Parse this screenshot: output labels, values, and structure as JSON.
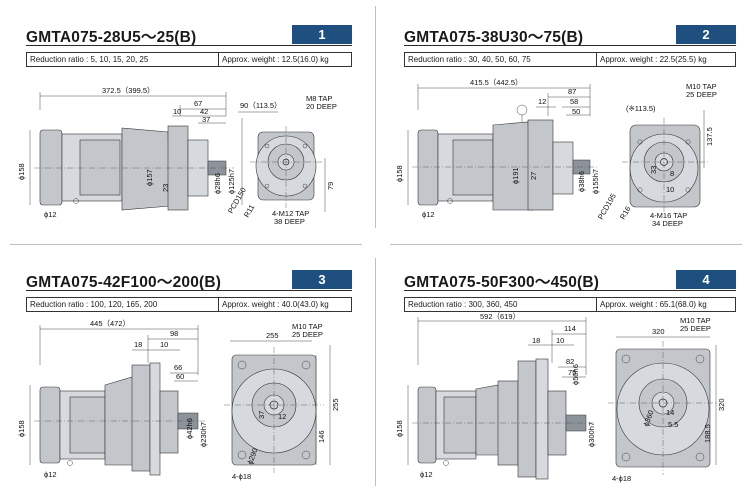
{
  "panels": [
    {
      "title": "GMTA075-28U5～25(B)",
      "badge": "1",
      "ratio": "Reduction ratio : 5, 10, 15, 20, 25",
      "weight": "Approx. weight : 12.5(16.0) kg",
      "dims": {
        "d1": "372.5（399.5）",
        "d2": "67",
        "d3": "42",
        "d4": "37",
        "d5": "10",
        "d6": "ϕ158",
        "d7": "ϕ157",
        "d8": "23",
        "d9": "ϕ28h6",
        "d10": "ϕ125h7",
        "d11": "ϕ12",
        "d12": "90（113.5）",
        "d13": "M8 TAP",
        "d14": "20 DEEP",
        "d15": "79",
        "d16": "PCD150",
        "d17": "R11",
        "d18": "4-M12 TAP",
        "d19": "38 DEEP"
      }
    },
    {
      "title": "GMTA075-38U30～75(B)",
      "badge": "2",
      "ratio": "Reduction ratio : 30, 40, 50, 60, 75",
      "weight": "Approx. weight : 22.5(25.5) kg",
      "dims": {
        "d1": "415.5（442.5）",
        "d2": "87",
        "d3": "58",
        "d4": "50",
        "d5": "12",
        "d6": "ϕ158",
        "d7": "ϕ191",
        "d8": "27",
        "d9": "ϕ38h6",
        "d10": "ϕ155h7",
        "d11": "ϕ12",
        "d12": "(※113.5)",
        "d13": "M10 TAP",
        "d14": "25 DEEP",
        "d15": "137.5",
        "d16": "PCD195",
        "d17": "R16",
        "d18": "4-M16 TAP",
        "d19": "34 DEEP",
        "d20": "8",
        "d21": "33",
        "d22": "10"
      }
    },
    {
      "title": "GMTA075-42F100～200(B)",
      "badge": "3",
      "ratio": "Reduction ratio : 100, 120, 165, 200",
      "weight": "Approx. weight : 40.0(43.0) kg",
      "dims": {
        "d1": "445（472）",
        "d2": "98",
        "d3": "18",
        "d4": "10",
        "d5": "66",
        "d6": "60",
        "d7": "ϕ158",
        "d8": "ϕ42h6",
        "d9": "ϕ230h7",
        "d10": "ϕ12",
        "d11": "255",
        "d12": "M10 TAP",
        "d13": "25 DEEP",
        "d14": "146",
        "d15": "255",
        "d16": "4-ϕ18",
        "d17": "12",
        "d18": "37",
        "d19": "ϕ290"
      }
    },
    {
      "title": "GMTA075-50F300～450(B)",
      "badge": "4",
      "ratio": "Reduction ratio : 300, 360, 450",
      "weight": "Approx. weight : 65.1(68.0) kg",
      "dims": {
        "d1": "592（619）",
        "d2": "114",
        "d3": "18",
        "d4": "10",
        "d5": "82",
        "d6": "75",
        "d7": "ϕ158",
        "d8": "ϕ50h6",
        "d9": "ϕ300h7",
        "d10": "ϕ12",
        "d11": "320",
        "d12": "M10 TAP",
        "d13": "25 DEEP",
        "d14": "188.5",
        "d15": "320",
        "d16": "4-ϕ18",
        "d17": "14",
        "d18": "5.5",
        "d19": "ϕ360"
      }
    }
  ]
}
